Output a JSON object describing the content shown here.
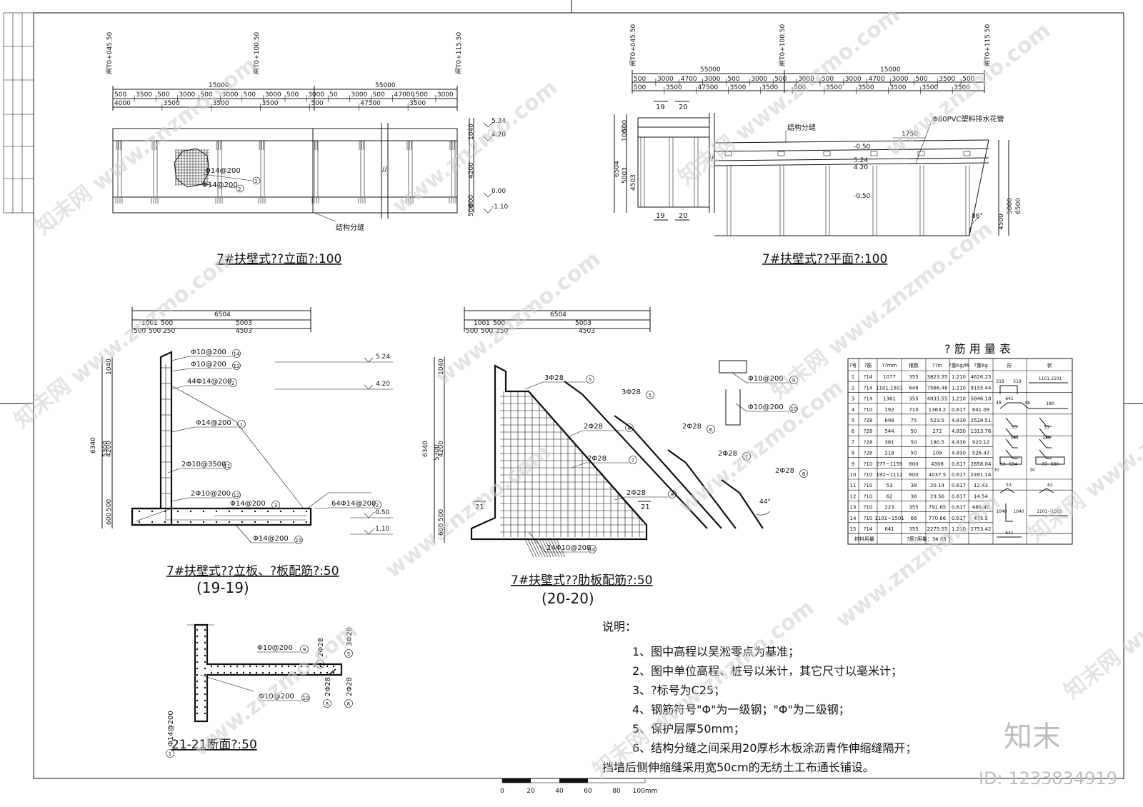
{
  "elevation": {
    "title": "7#扶壁式??立面?:100",
    "stations": [
      "闸T0+045.50",
      "闸T0+100.50",
      "闸T0+115.50"
    ],
    "dims_row1": [
      "15000",
      "55000"
    ],
    "dims_row2": [
      "500",
      "3500",
      "500",
      "3000",
      "500",
      "3000",
      "500",
      "3000",
      "500",
      "3000",
      "50",
      "3000",
      "500",
      "47000",
      "500",
      "3000"
    ],
    "dims_row3": [
      "4000",
      "3500",
      "3500",
      "3500",
      "500",
      "47500",
      "3500"
    ],
    "levels": [
      "5.24",
      "4.20",
      "0.00",
      "-1.10"
    ],
    "vdims": [
      "1040",
      "4200",
      "600",
      "500"
    ],
    "rebar1": "Φ14@200",
    "rebar2": "Φ14@200",
    "joint": "结构分缝"
  },
  "plan": {
    "title": "7#扶壁式??平面?:100",
    "stations": [
      "闸T0+045.50",
      "闸T0+100.50",
      "闸T0+115.50"
    ],
    "dims_top": [
      "55000",
      "15000"
    ],
    "dims_row2": [
      "500",
      "3000",
      "4700",
      "3000",
      "500",
      "3000",
      "500",
      "3000",
      "500",
      "3000",
      "4700",
      "3000",
      "500",
      "3500",
      "500"
    ],
    "dims_row3": [
      "500",
      "3500",
      "47500",
      "3500",
      "3500",
      "500",
      "3500",
      "3500",
      "3500",
      "3500",
      "3500"
    ],
    "sections": [
      "19",
      "20"
    ],
    "joint": "结构分缝",
    "pipe": "Φ80PVC塑料排水花管",
    "pipe_dim": "1750",
    "levels": [
      "-0.50",
      "5.24",
      "4.20",
      "-0.50"
    ],
    "vdims": [
      "6504",
      "5003",
      "4503",
      "500",
      "1001"
    ],
    "vdims_right": [
      "4500",
      "5000",
      "6500"
    ],
    "angle": "86°"
  },
  "sec1919": {
    "title": "7#扶壁式??立板、?板配筋?:50",
    "subtitle": "(19-19)",
    "dims_top": [
      "6504",
      "1001",
      "500",
      "5003",
      "500",
      "500",
      "250",
      "4503"
    ],
    "vdims": [
      "6340",
      "5300",
      "1040",
      "4200",
      "600",
      "500"
    ],
    "levels": [
      "5.24",
      "4.20",
      "-0.50",
      "-1.10"
    ],
    "labels": [
      {
        "t": "Φ10@200",
        "n": "14"
      },
      {
        "t": "Φ10@200",
        "n": "13"
      },
      {
        "t": "44Φ14@200",
        "n": "2"
      },
      {
        "t": "Φ14@200",
        "n": "1"
      },
      {
        "t": "2Φ10@3500",
        "n": "11"
      },
      {
        "t": "2Φ10@200",
        "n": "12"
      },
      {
        "t": "Φ14@200",
        "n": "3"
      },
      {
        "t": "64Φ14@200",
        "n": "2"
      },
      {
        "t": "Φ14@200",
        "n": "15"
      }
    ]
  },
  "sec2020": {
    "title": "7#扶壁式??肋板配筋?:50",
    "subtitle": "(20-20)",
    "dims_top": [
      "6504",
      "1001",
      "500",
      "5003",
      "500",
      "500",
      "250",
      "4503"
    ],
    "vdims": [
      "6340",
      "5300",
      "1040",
      "4200",
      "600",
      "500"
    ],
    "sec_mark": "21",
    "labels": [
      {
        "t": "3Φ28",
        "n": "5"
      },
      {
        "t": "2Φ28",
        "n": "6"
      },
      {
        "t": "2Φ28",
        "n": "7"
      },
      {
        "t": "2Φ28",
        "n": "8"
      },
      {
        "t": "24Φ10@200",
        "n": "10"
      }
    ],
    "bars": [
      {
        "t": "3Φ28",
        "n": "5"
      },
      {
        "t": "2Φ28",
        "n": "6"
      },
      {
        "t": "2Φ28",
        "n": "7"
      },
      {
        "t": "2Φ28",
        "n": "8"
      }
    ],
    "stirrups": [
      {
        "t": "Φ10@200",
        "n": "9"
      },
      {
        "t": "Φ10@200",
        "n": "10"
      }
    ],
    "angle": "44°"
  },
  "sec2121": {
    "title": "21-21断面?:50",
    "labels": [
      {
        "t": "Φ10@200",
        "n": "9"
      },
      {
        "t": "Φ10@200",
        "n": "10"
      },
      {
        "t": "Φ14@200",
        "n": "1"
      },
      {
        "t": "2Φ28",
        "n": "7"
      },
      {
        "t": "3Φ28",
        "n": "5"
      },
      {
        "t": "2Φ28",
        "n": "8"
      },
      {
        "t": "2Φ28",
        "n": "6"
      }
    ]
  },
  "table": {
    "title": "? 筋 用 量 表",
    "headers": [
      "?号",
      "?筋",
      "??mm",
      "根数",
      "??m",
      "?重Kg/M",
      "?重Kg",
      "形",
      "状"
    ],
    "rows": [
      [
        "1",
        "?14",
        "1077",
        "355",
        "3823.35",
        "1.210",
        "4626.25"
      ],
      [
        "2",
        "?14",
        "1101,1501",
        "648",
        "7566.48",
        "1.210",
        "9155.44"
      ],
      [
        "3",
        "?14",
        "1361",
        "355",
        "4831.55",
        "1.210",
        "5846.18"
      ],
      [
        "4",
        "?10",
        "192",
        "710",
        "1363.2",
        "0.617",
        "841.09"
      ],
      [
        "5",
        "?28",
        "698",
        "75",
        "523.5",
        "4.830",
        "2528.51"
      ],
      [
        "6",
        "?28",
        "544",
        "50",
        "272",
        "4.830",
        "1313.76"
      ],
      [
        "7",
        "?28",
        "381",
        "50",
        "190.5",
        "4.830",
        "920.12"
      ],
      [
        "8",
        "?28",
        "218",
        "50",
        "109",
        "4.830",
        "526.47"
      ],
      [
        "9",
        "?10",
        "277~1159",
        "600",
        "4308",
        "0.617",
        "2658.04"
      ],
      [
        "10",
        "?10",
        "192~1112",
        "600",
        "4037.5",
        "0.617",
        "2491.14"
      ],
      [
        "11",
        "?10",
        "53",
        "38",
        "20.14",
        "0.617",
        "12.43"
      ],
      [
        "12",
        "?10",
        "62",
        "38",
        "23.56",
        "0.617",
        "14.54"
      ],
      [
        "13",
        "?10",
        "223",
        "355",
        "791.65",
        "0.617",
        "488.45"
      ],
      [
        "14",
        "?10",
        "1101~1501",
        "66",
        "770.66",
        "0.617",
        "475.5"
      ],
      [
        "15",
        "?14",
        "641",
        "355",
        "2275.55",
        "1.210",
        "2753.42"
      ]
    ],
    "footer_label": "材料用量",
    "footer_value": "?筋?用量：34.65 ?",
    "shape_labels": [
      "1101,1501",
      "641",
      "180",
      "48",
      "48",
      "519",
      "519",
      "1101~1501",
      "641",
      "1040",
      "1040",
      "70~530",
      "93~534",
      "53",
      "62",
      "55",
      "55",
      "163",
      "189",
      "30",
      "30"
    ]
  },
  "notes": {
    "heading": "说明：",
    "items": [
      "1、图中高程以吴淞零点为基准；",
      "2、图中单位高程、桩号以米计，其它尺寸以毫米计；",
      "3、?标号为C25；",
      "4、钢筋符号\"Φ\"为一级钢；\"Φ\"为二级钢；",
      "5、保护层厚50mm；",
      "6、结构分缝之间采用20厚杉木板涂沥青作伸缩缝隔开；",
      "挡墙后侧伸缩缝采用宽50cm的无纺土工布通长铺设。"
    ]
  },
  "scale_bar": {
    "labels": [
      "0",
      "20",
      "40",
      "60",
      "80",
      "100mm"
    ]
  },
  "watermark": {
    "site": "www.znzmo.com",
    "brand": "知末网",
    "logo": "知末",
    "id": "ID: 1233834919"
  }
}
